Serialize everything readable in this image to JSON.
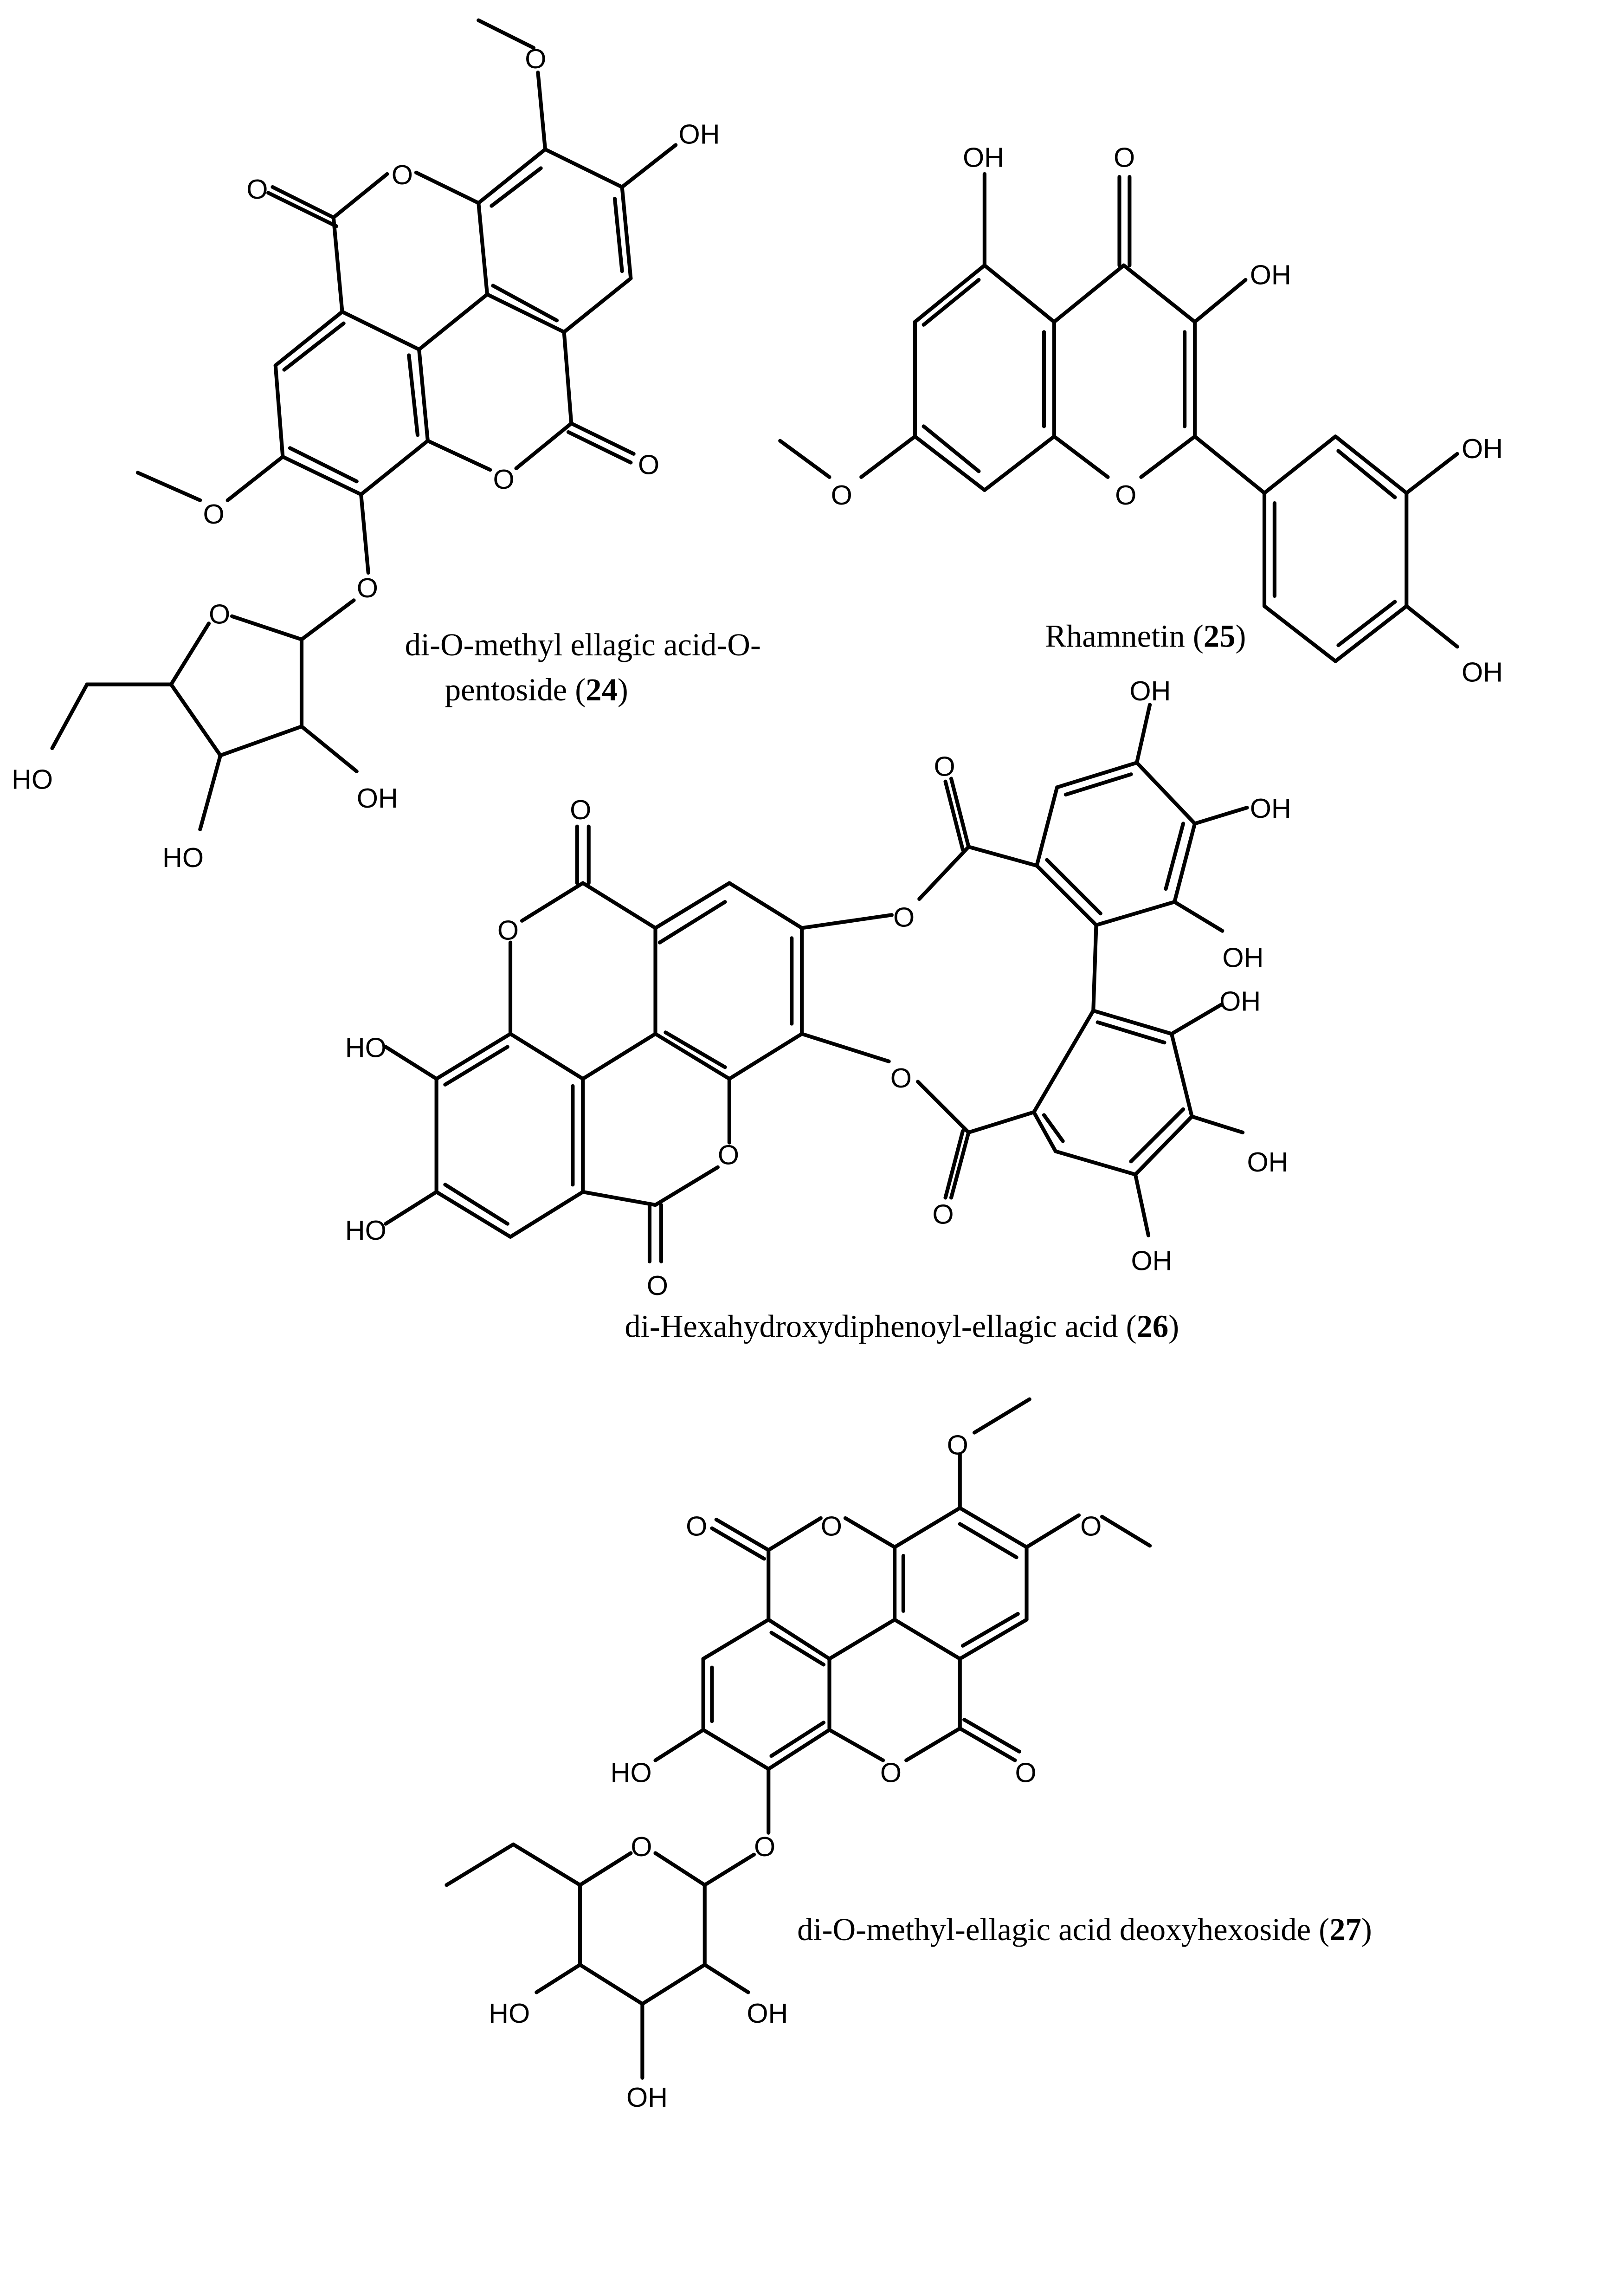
{
  "figure": {
    "compounds": [
      {
        "id": "24",
        "caption_line1": "di-O-methyl ellagic acid-O-",
        "caption_line2_prefix": "pentoside (",
        "number": "24",
        "caption_suffix": ")",
        "labels": [
          "O",
          "OH",
          "O",
          "O",
          "O",
          "O",
          "O",
          "O",
          "O",
          "HO",
          "OH",
          "HO"
        ]
      },
      {
        "id": "25",
        "caption_prefix": "Rhamnetin (",
        "number": "25",
        "caption_suffix": ")",
        "labels": [
          "OH",
          "O",
          "OH",
          "O",
          "O",
          "OH",
          "OH"
        ]
      },
      {
        "id": "26",
        "caption_prefix": "di-Hexahydroxydiphenoyl-ellagic acid (",
        "number": "26",
        "caption_suffix": ")",
        "labels": [
          "O",
          "O",
          "HO",
          "HO",
          "O",
          "O",
          "O",
          "O",
          "O",
          "O",
          "OH",
          "OH",
          "OH",
          "OH",
          "OH",
          "OH"
        ]
      },
      {
        "id": "27",
        "caption_prefix": "di-O-methyl-ellagic acid deoxyhexoside (",
        "number": "27",
        "caption_suffix": ")",
        "labels": [
          "O",
          "O",
          "O",
          "O",
          "O",
          "O",
          "HO",
          "O",
          "O",
          "HO",
          "OH",
          "OH"
        ]
      }
    ],
    "atoms": {
      "O": "O",
      "OH": "OH",
      "HO": "HO"
    }
  }
}
